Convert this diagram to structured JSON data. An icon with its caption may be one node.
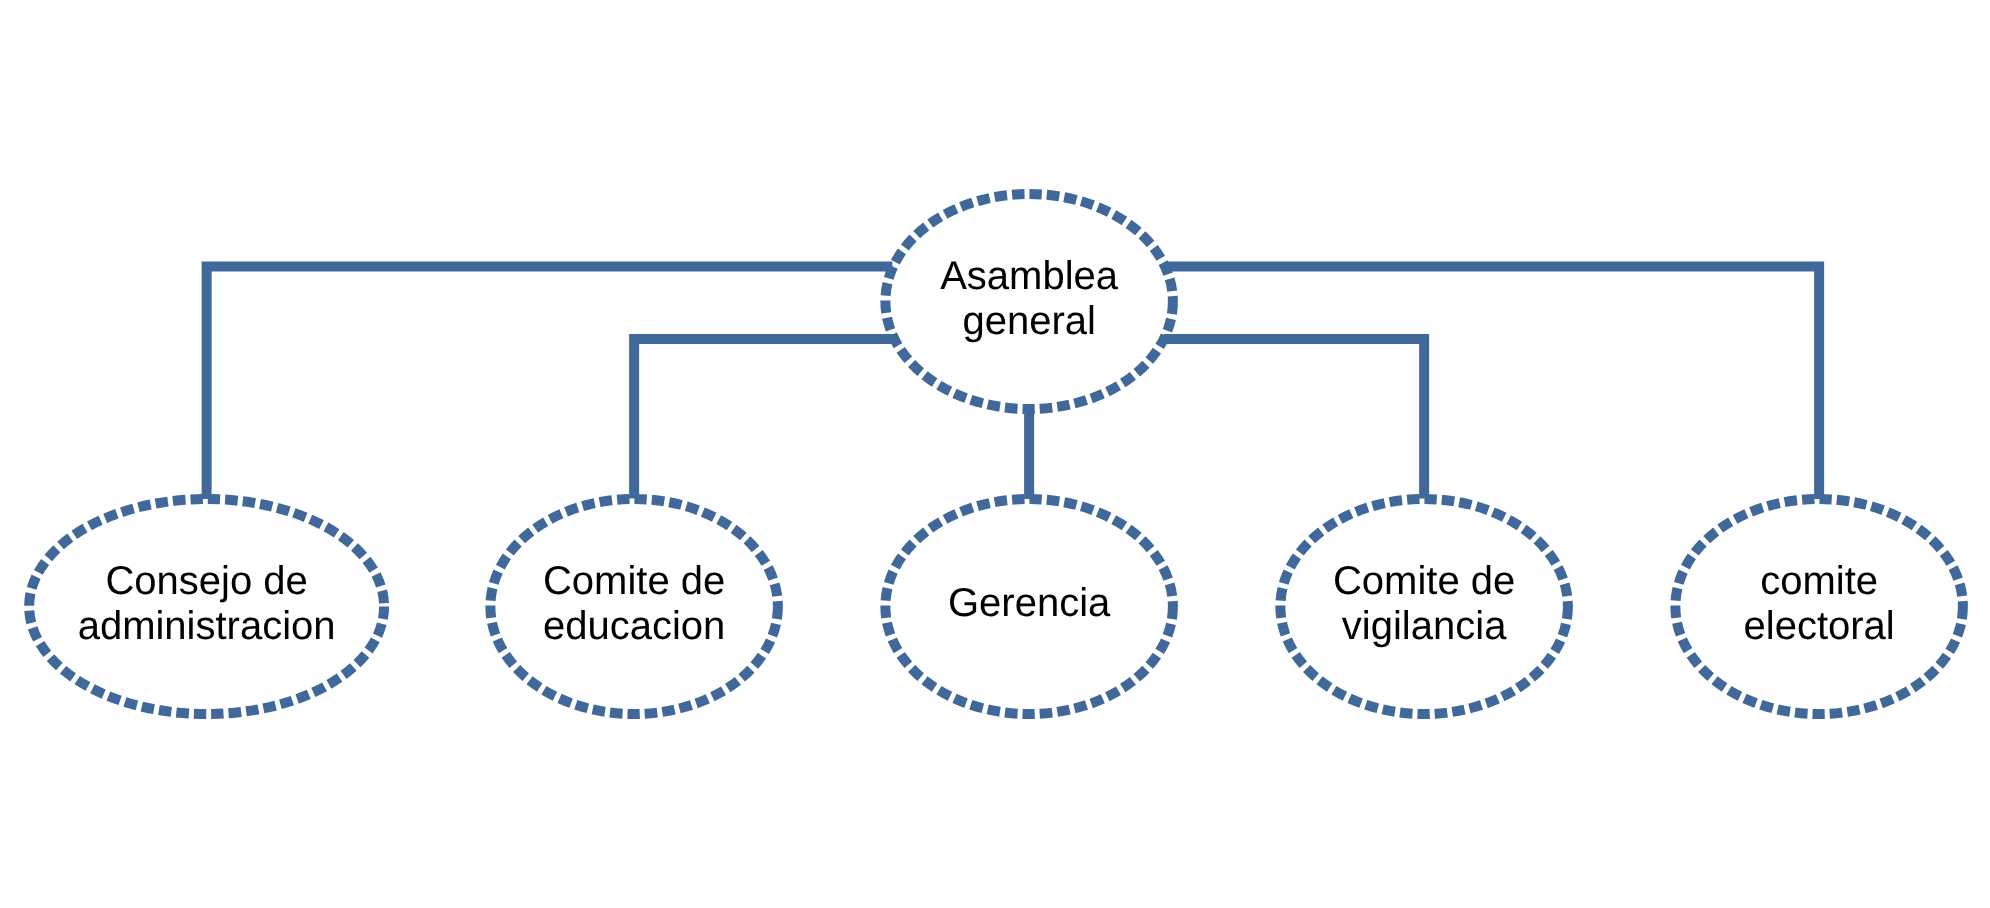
{
  "diagram": {
    "nodes": [
      {
        "text": [
          "Asamblea general"
        ]
      },
      {
        "text": [
          "Consejo de administracion"
        ]
      },
      {
        "text": [
          "Comite de educacion"
        ]
      },
      {
        "text": [
          "Gerencia"
        ]
      },
      {
        "text": [
          "Comite de vigilancia"
        ]
      },
      {
        "text": [
          "comite electoral"
        ]
      }
    ],
    "edges": [
      {
        "from": 0,
        "to": 1,
        "arrow": "none"
      },
      {
        "from": 0,
        "to": 2,
        "arrow": "none"
      },
      {
        "from": 0,
        "to": 3,
        "arrow": "none"
      },
      {
        "from": 0,
        "to": 4,
        "arrow": "none"
      },
      {
        "from": 0,
        "to": 5,
        "arrow": "none"
      }
    ]
  }
}
